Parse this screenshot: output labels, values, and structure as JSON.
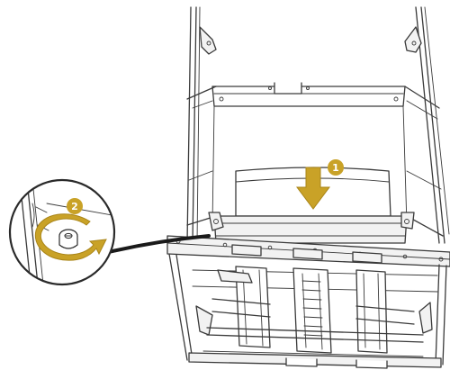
{
  "steps": [
    {
      "number": "1",
      "action": "push-down"
    },
    {
      "number": "2",
      "action": "rotate-knob"
    }
  ],
  "colors": {
    "accent": "#c9a227",
    "accent_dark": "#a98519",
    "line": "#3a3a3a",
    "background": "#ffffff"
  },
  "icons": [
    "down-arrow-icon",
    "rotate-arrow-icon"
  ]
}
